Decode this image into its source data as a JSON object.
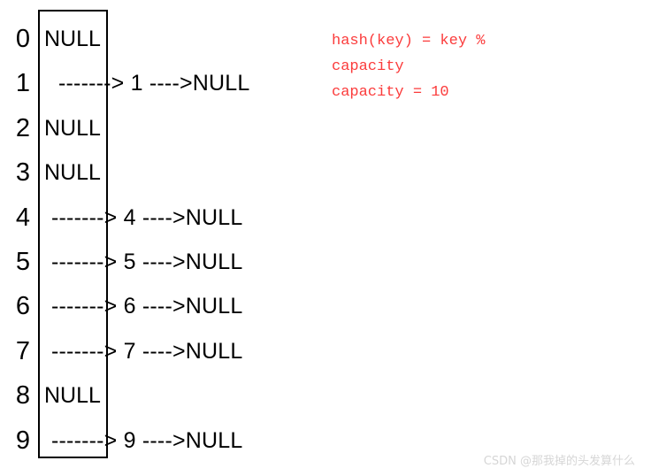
{
  "diagram": {
    "title": "hash table with separate chaining",
    "box": {
      "name": "bucket-array"
    },
    "rows": [
      {
        "index": "0",
        "kind": "null",
        "content": "NULL"
      },
      {
        "index": "1",
        "kind": "chain-indent",
        "content": "-------> 1 ---->NULL"
      },
      {
        "index": "2",
        "kind": "null",
        "content": "NULL"
      },
      {
        "index": "3",
        "kind": "null",
        "content": "NULL"
      },
      {
        "index": "4",
        "kind": "chain",
        "content": "-------> 4 ---->NULL"
      },
      {
        "index": "5",
        "kind": "chain",
        "content": "-------> 5 ---->NULL"
      },
      {
        "index": "6",
        "kind": "chain",
        "content": "-------> 6 ---->NULL"
      },
      {
        "index": "7",
        "kind": "chain",
        "content": "-------> 7 ---->NULL"
      },
      {
        "index": "8",
        "kind": "null",
        "content": "NULL"
      },
      {
        "index": "9",
        "kind": "chain",
        "content": "-------> 9 ---->NULL"
      }
    ]
  },
  "formula": {
    "color": "#fb3b3b",
    "lines": [
      "hash(key) = key %",
      "capacity",
      "capacity = 10"
    ]
  },
  "watermark": {
    "text": "CSDN @那我掉的头发算什么",
    "color": "#d6d6d6"
  }
}
